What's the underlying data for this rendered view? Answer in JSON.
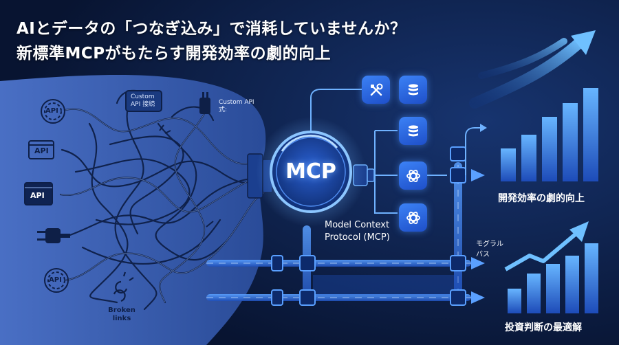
{
  "headline": {
    "line1": "AIとデータの「つなぎ込み」で消耗していませんか？",
    "line2": "新標準MCPがもたらす開発効率の劇的向上"
  },
  "legacy": {
    "custom_api_box": "Custom API 接続",
    "custom_api_plug": "Custom API式:",
    "api_labels": [
      "API",
      "API",
      "API",
      "API"
    ],
    "broken_links": "Broken links"
  },
  "mcp": {
    "hub": "MCP",
    "caption_line1": "Model Context",
    "caption_line2": "Protocol (MCP)",
    "bus_line1": "モグラル",
    "bus_line2": "バス",
    "tools": [
      "tools-icon",
      "database-icon",
      "database-icon",
      "ai-model-icon",
      "ai-model-icon"
    ]
  },
  "outcomes": {
    "top": "開発効率の劇的向上",
    "bottom": "投資判断の最適解"
  },
  "colors": {
    "background": "#0b1a3d",
    "accent": "#3c82f6",
    "glow": "#6fb2ff",
    "legacy_panel": "#3a5fb8"
  }
}
